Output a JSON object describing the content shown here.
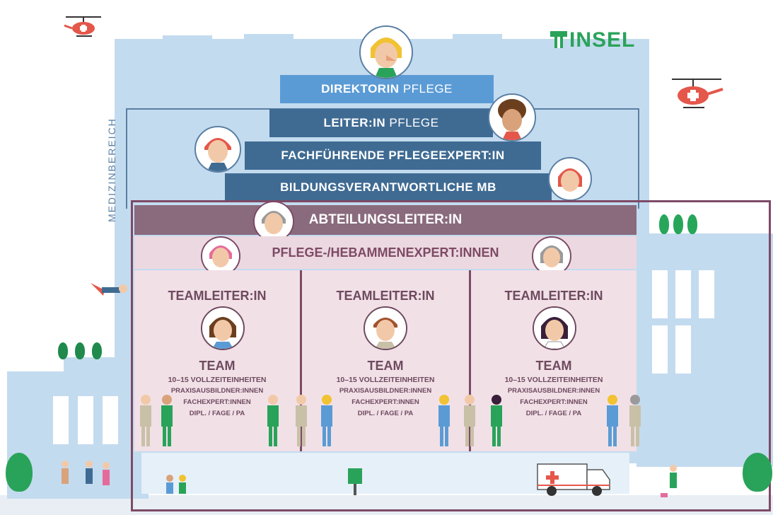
{
  "logo": {
    "text": "INSEL",
    "color": "#2aa35a"
  },
  "side_label": "MEDIZINBEREICH",
  "hierarchy": {
    "direktorin": {
      "bold": "DIREKTORIN",
      "light": "PFLEGE"
    },
    "leiter": {
      "bold": "LEITER:IN",
      "light": "PFLEGE"
    },
    "fachfuehrende": "FACHFÜHRENDE PFLEGEEXPERT:IN",
    "bildung": "BILDUNGSVERANTWORTLICHE MB",
    "abteilungsleiter": "ABTEILUNGSLEITER:IN",
    "pflege_experten": "PFLEGE-/HEBAMMENEXPERT:INNEN"
  },
  "teams": [
    {
      "leader": "TEAMLEITER:IN",
      "team": "TEAM",
      "lines": [
        "10–15 VOLLZEITEINHEITEN",
        "PRAXISAUSBILDNER:INNEN",
        "FACHEXPERT:INNEN",
        "DIPL. / FAGE / PA"
      ]
    },
    {
      "leader": "TEAMLEITER:IN",
      "team": "TEAM",
      "lines": [
        "10–15 VOLLZEITEINHEITEN",
        "PRAXISAUSBILDNER:INNEN",
        "FACHEXPERT:INNEN",
        "DIPL. / FAGE / PA"
      ]
    },
    {
      "leader": "TEAMLEITER:IN",
      "team": "TEAM",
      "lines": [
        "10–15 VOLLZEITEINHEITEN",
        "PRAXISAUSBILDNER:INNEN",
        "FACHEXPERT:INNEN",
        "DIPL. / FAGE / PA"
      ]
    }
  ],
  "colors": {
    "building": "#c3dbef",
    "bar_light": "#5b9bd5",
    "bar_dark": "#3f6b93",
    "abteilung": "#8a6a7d",
    "frame": "#7d4a66",
    "team_bg": "#f1e0e6"
  },
  "icons": [
    "helicopter-icon",
    "ambulance-icon",
    "tree-icon",
    "face-icon"
  ]
}
